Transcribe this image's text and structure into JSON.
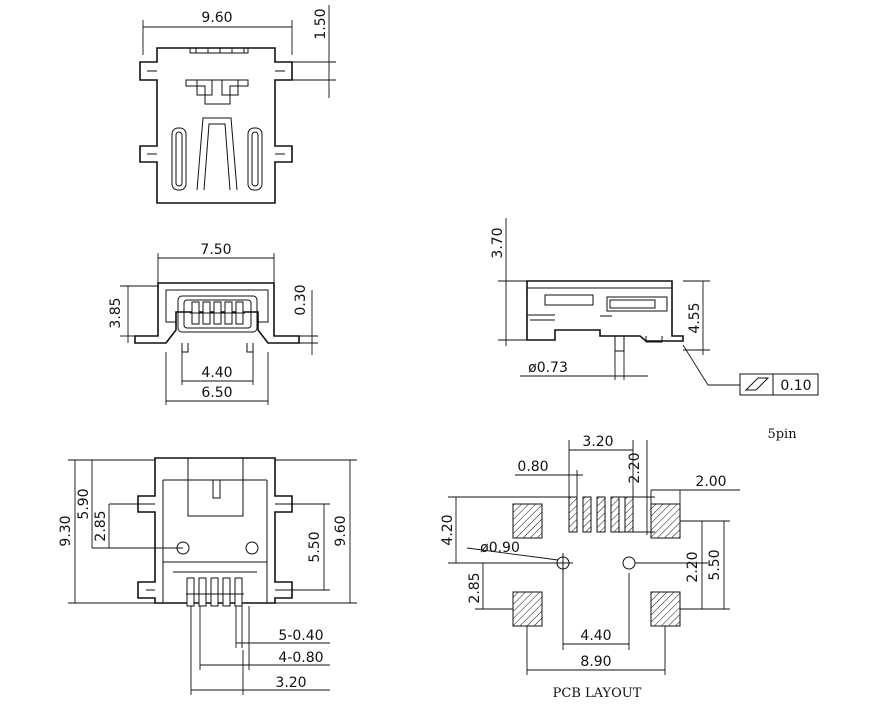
{
  "top_view": {
    "dims": [
      "9.60",
      "1.50"
    ]
  },
  "front_view": {
    "dims": [
      "7.50",
      "3.85",
      "0.30",
      "4.40",
      "6.50"
    ]
  },
  "side_view": {
    "dims": [
      "3.70",
      "4.55",
      "ø0.73"
    ],
    "tolerance": "0.10"
  },
  "pin_note": "5pin",
  "bottom_view": {
    "dims": [
      "9.30",
      "5.90",
      "2.85",
      "5.50",
      "9.60",
      "5-0.40",
      "4-0.80",
      "3.20"
    ]
  },
  "pcb_layout": {
    "title": "PCB LAYOUT",
    "dims": [
      "3.20",
      "0.80",
      "2.20",
      "2.00",
      "4.20",
      "ø0.90",
      "2.20",
      "5.50",
      "2.85",
      "4.40",
      "8.90"
    ]
  }
}
